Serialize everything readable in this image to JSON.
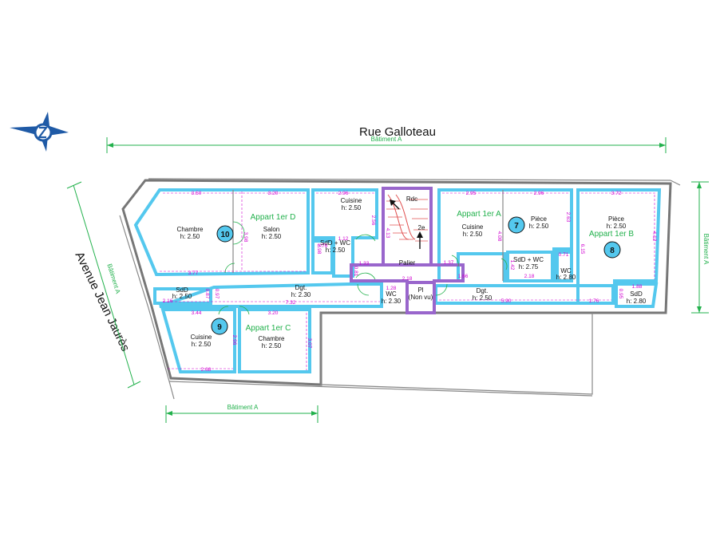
{
  "streets": {
    "north": "Rue Galloteau",
    "west": "Avenue Jean Jaurès"
  },
  "building_labels": {
    "top": "Bâtiment A",
    "left": "Bâtiment A",
    "right": "Bâtiment A",
    "bottom": "Bâtiment A"
  },
  "apartments": {
    "d": {
      "name": "Appart 1er D",
      "number": "10"
    },
    "a": {
      "name": "Appart 1er A",
      "number": "7"
    },
    "b": {
      "name": "Appart 1er B",
      "number": "8"
    },
    "c": {
      "name": "Appart 1er C",
      "number": "9"
    }
  },
  "rooms": {
    "chambre_d": {
      "name": "Chambre",
      "height": "h: 2.50"
    },
    "salon_d": {
      "name": "Salon",
      "height": "h: 2.50"
    },
    "cuisine_d": {
      "name": "Cuisine",
      "height": "h: 2.50"
    },
    "sdd_wc_d": {
      "name": "SdD + WC",
      "height": "h: 2.50"
    },
    "sdd_c": {
      "name": "SdD",
      "height": "h: 2.50"
    },
    "dgt_left": {
      "name": "Dgt.",
      "height": "h: 2.30"
    },
    "wc_center": {
      "name": "WC",
      "height": "h: 2.30"
    },
    "pl": {
      "name": "Pl",
      "height": "(Non vu)"
    },
    "cuisine_c": {
      "name": "Cuisine",
      "height": "h: 2.50"
    },
    "chambre_c": {
      "name": "Chambre",
      "height": "h: 2.50"
    },
    "cuisine_a": {
      "name": "Cuisine",
      "height": "h: 2.50"
    },
    "piece_a": {
      "name": "Pièce",
      "height": "h: 2.50"
    },
    "sdd_wc_a": {
      "name": "SdD + WC",
      "height": "h: 2.75"
    },
    "wc_a": {
      "name": "WC",
      "height": "h: 2.80"
    },
    "dgt_right": {
      "name": "Dgt.",
      "height": "h: 2.50"
    },
    "piece_b": {
      "name": "Pièce",
      "height": "h: 2.50"
    },
    "sdd_b": {
      "name": "SdD",
      "height": "h: 2.80"
    }
  },
  "stairs": {
    "landing": "Palier",
    "down": "Rdc",
    "up": "2e"
  },
  "dimensions": {
    "d1": "3.50",
    "d2": "3.20",
    "d3": "2.96",
    "d4": "3.98",
    "d5": "3.77",
    "d6": "0.76",
    "d7": "1.12",
    "d8": "2.98",
    "d9": "2.56",
    "d10": "0.81",
    "d11": "1.33",
    "a1": "2.95",
    "a2": "2.96",
    "a3": "2.63",
    "a4": "4.08",
    "a5": "1.42",
    "a6": "1.66",
    "a7": "2.18",
    "a8": "0.71",
    "a9": "1.37",
    "a10": "5.90",
    "b1": "3.72",
    "b2": "4.12",
    "b3": "6.15",
    "b4": "1.76",
    "b5": "1.88",
    "b6": "0.95",
    "c1": "2.16",
    "c2": "0.87",
    "c3": "3.44",
    "c4": "3.20",
    "c5": "7.32",
    "c6": "2.96",
    "c7": "3.07",
    "c8": "2.68",
    "c9": "0.97",
    "s1": "1.28",
    "s2": "2.18",
    "s3": "4.13"
  },
  "colors": {
    "room_outline": "#54c8ee",
    "stair_outline": "#9966cc",
    "dimension": "#d000d0",
    "building_dim": "#22b14c",
    "apartment_label": "#22b14c",
    "badge_fill": "#54c8ee",
    "compass": "#1f5aa6"
  },
  "icons": {
    "compass": "north-arrow-icon"
  }
}
